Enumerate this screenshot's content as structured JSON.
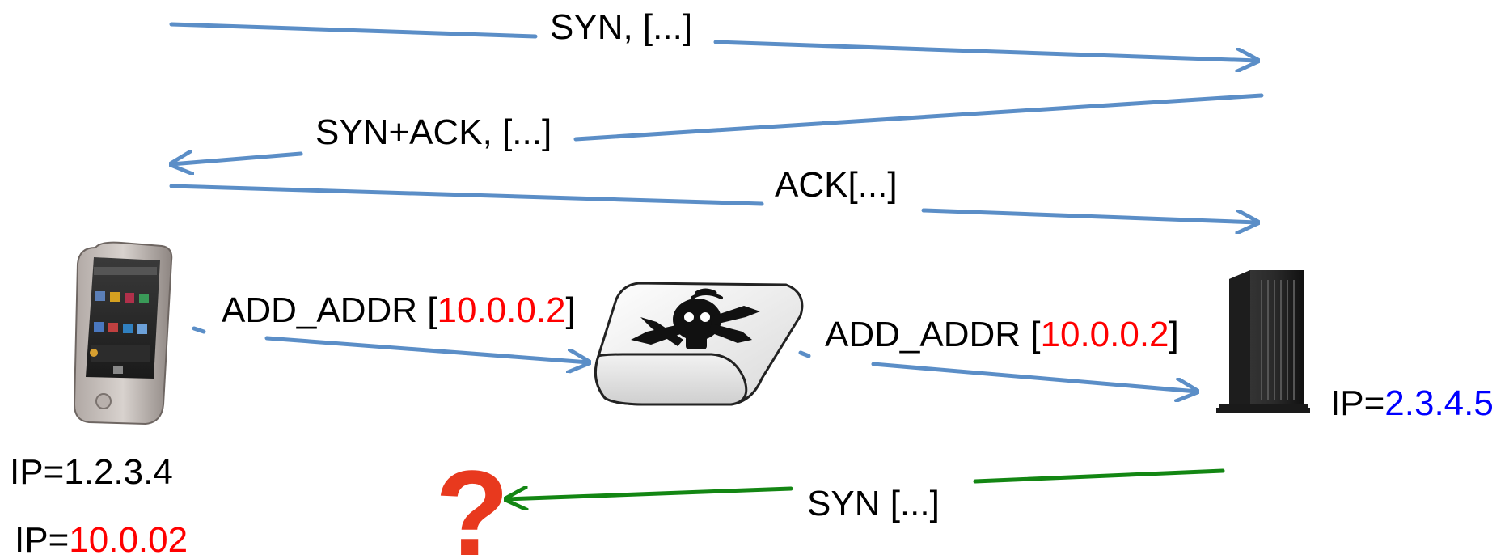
{
  "messages": {
    "syn": "SYN, [...]",
    "synack": "SYN+ACK, [...]",
    "ack": "ACK[...]",
    "add_addr_1": {
      "prefix": "ADD_ADDR [",
      "addr": "10.0.0.2",
      "suffix": "]"
    },
    "add_addr_2": {
      "prefix": "ADD_ADDR [",
      "addr": "10.0.0.2",
      "suffix": "]"
    },
    "syn_back": "SYN [...]"
  },
  "client": {
    "device_icon": "smartphone-icon",
    "ip1": "IP=1.2.3.4",
    "ip2_prefix": "IP=",
    "ip2_value": "10.0.02"
  },
  "attacker": {
    "device_icon": "pirate-router-icon"
  },
  "server": {
    "device_icon": "server-tower-icon",
    "ip_prefix": "IP=",
    "ip_value": "2.3.4.5"
  },
  "unknown": {
    "icon": "question-mark-icon",
    "symbol": "?"
  },
  "colors": {
    "arrow_blue": "#5b8ec7",
    "arrow_green": "#138613",
    "highlight_red": "#ff0000",
    "highlight_blue": "#0000ff",
    "question_red": "#e8391e"
  }
}
